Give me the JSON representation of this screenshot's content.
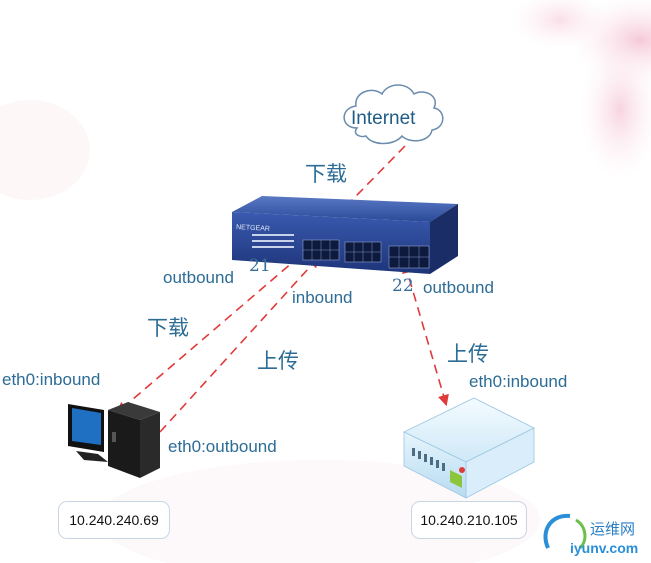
{
  "devices": {
    "cloud_label": "Internet",
    "switch_brand": "NETGEAR",
    "pc_ip": "10.240.240.69",
    "server_ip": "10.240.210.105"
  },
  "labels": {
    "download_top": "下载",
    "download_left": "下载",
    "upload_left": "上传",
    "upload_right": "上传",
    "outbound_21": "outbound",
    "inbound_21": "inbound",
    "outbound_22": "outbound",
    "eth0_inbound_pc": "eth0:inbound",
    "eth0_outbound_pc": "eth0:outbound",
    "eth0_inbound_server": "eth0:inbound"
  },
  "ports": {
    "p21": "21",
    "p22": "22"
  },
  "watermark": {
    "brand": "运维网",
    "domain": "iyunv.com"
  },
  "colors": {
    "arrow": "#e03a3a",
    "label": "#2c6c95",
    "switch": "#2f4a8a"
  }
}
